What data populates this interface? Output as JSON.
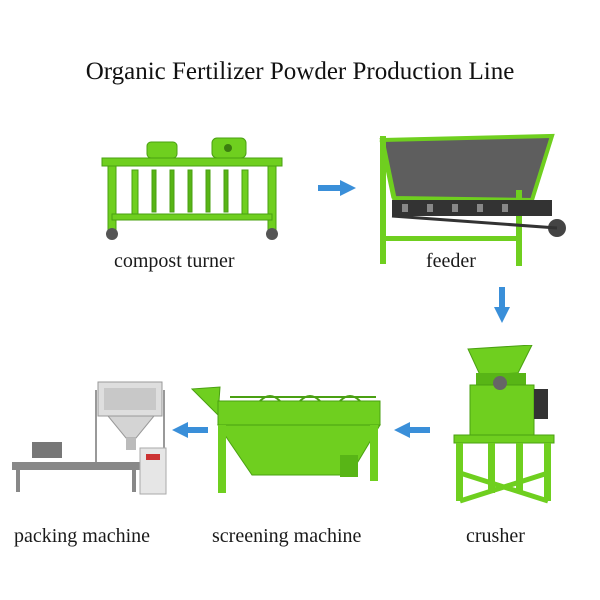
{
  "title": "Organic Fertilizer Powder Production Line",
  "colors": {
    "machine_green": "#6fcf1f",
    "machine_dark_green": "#4aa012",
    "steel_gray": "#6b6b6b",
    "arrow_blue": "#3a8fd9"
  },
  "steps": [
    {
      "label": "compost turner"
    },
    {
      "label": "feeder"
    },
    {
      "label": "crusher"
    },
    {
      "label": "screening machine"
    },
    {
      "label": "packing machine"
    }
  ]
}
